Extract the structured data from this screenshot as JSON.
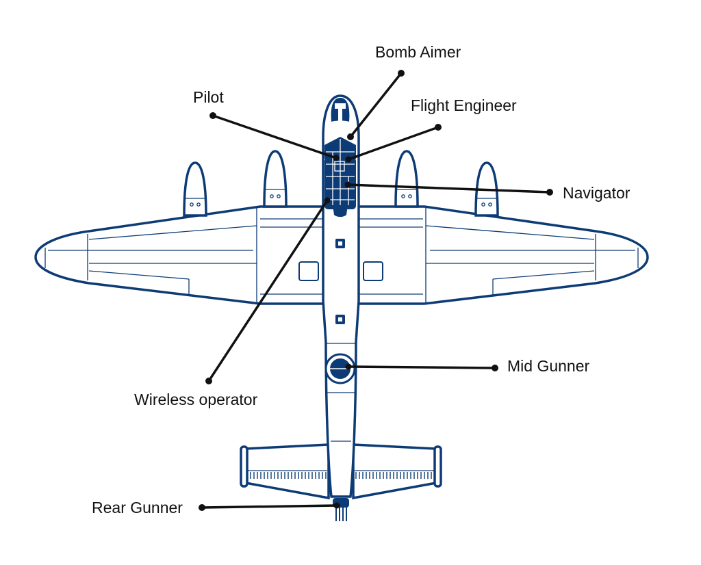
{
  "diagram": {
    "colors": {
      "aircraft": "#0d3b75",
      "leader": "#111111",
      "background": "#ffffff"
    },
    "labels": {
      "bomb_aimer": "Bomb Aimer",
      "pilot": "Pilot",
      "flight_engineer": "Flight Engineer",
      "navigator": "Navigator",
      "wireless_operator": "Wireless operator",
      "mid_gunner": "Mid Gunner",
      "rear_gunner": "Rear Gunner"
    }
  }
}
